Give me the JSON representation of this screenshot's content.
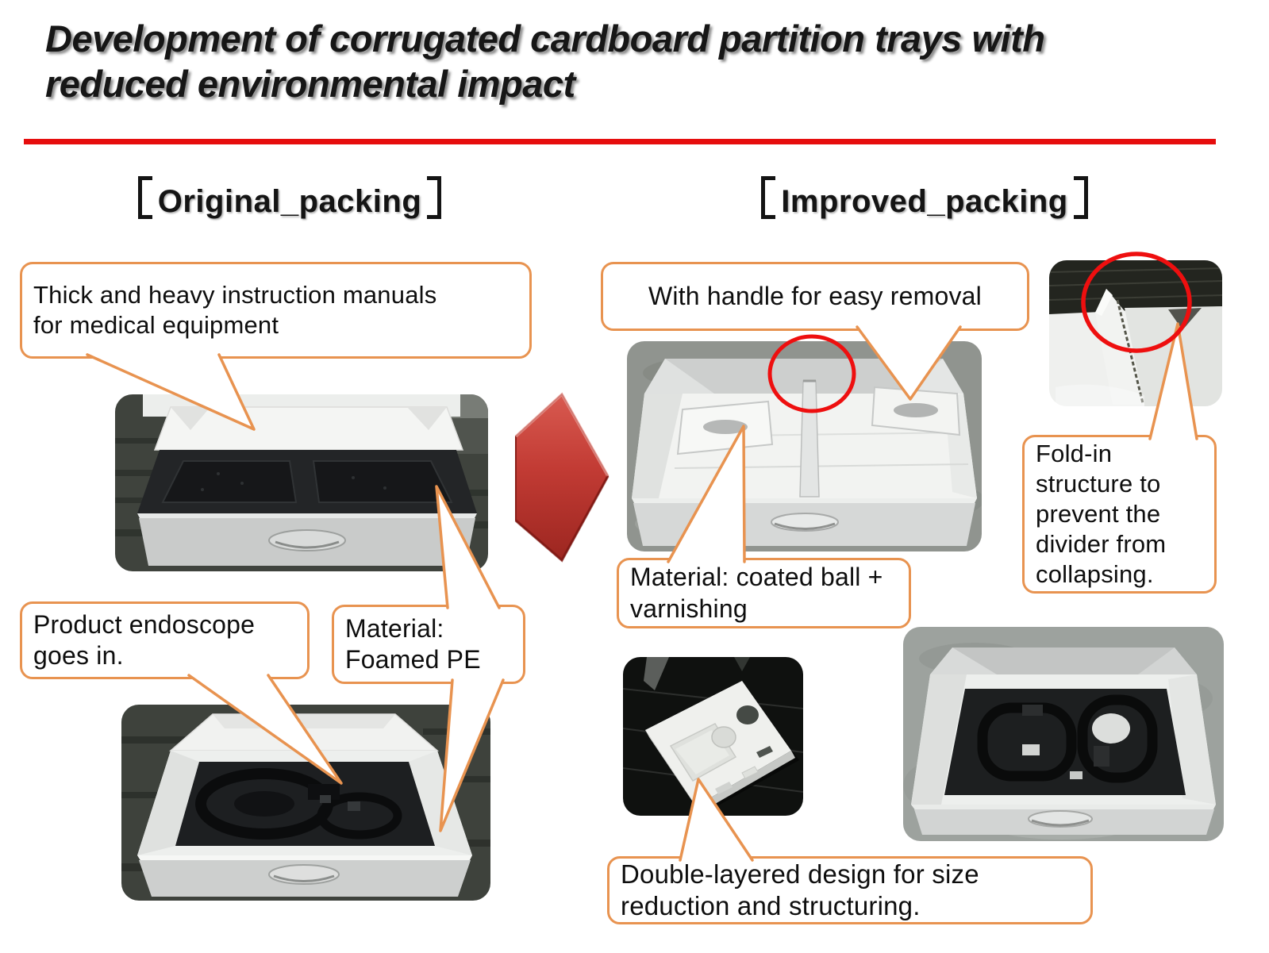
{
  "slide": {
    "title": "Development of corrugated cardboard partition trays with reduced environmental impact"
  },
  "sections": {
    "original": {
      "label": "Original_packing",
      "full_label": "【Original_packing】"
    },
    "improved": {
      "label": "Improved_packing",
      "full_label": "【Improved_packing】"
    }
  },
  "callouts": {
    "manuals": {
      "text": "Thick and heavy instruction manuals for medical equipment"
    },
    "endoscope": {
      "text": "Product endoscope goes in."
    },
    "foamed_pe": {
      "text": "Material: Foamed PE"
    },
    "handle": {
      "text": "With handle for easy removal"
    },
    "coated_ball": {
      "text": "Material: coated ball + varnishing"
    },
    "fold_in": {
      "text": "Fold-in structure to prevent the divider from collapsing."
    },
    "double_layered": {
      "text": "Double-layered design for size reduction and structuring."
    }
  },
  "colors": {
    "callout_border": "#e89350",
    "annotation_red": "#ee0f0f",
    "title_rule": "#e60d0d",
    "arrow_red": "#c23b34"
  },
  "photos": {
    "original_top": "original-box-with-black-foam-partition-tray",
    "original_endoscope": "original-box-with-endoscope-foam-insert",
    "improved_dividers": "improved-box-with-cardboard-dividers-and-handles",
    "fold_detail": "fold-in-structure-corner-closeup",
    "cardboard_blank": "double-layered-cardboard-tray-piece",
    "improved_foam": "improved-box-with-molded-tray"
  }
}
